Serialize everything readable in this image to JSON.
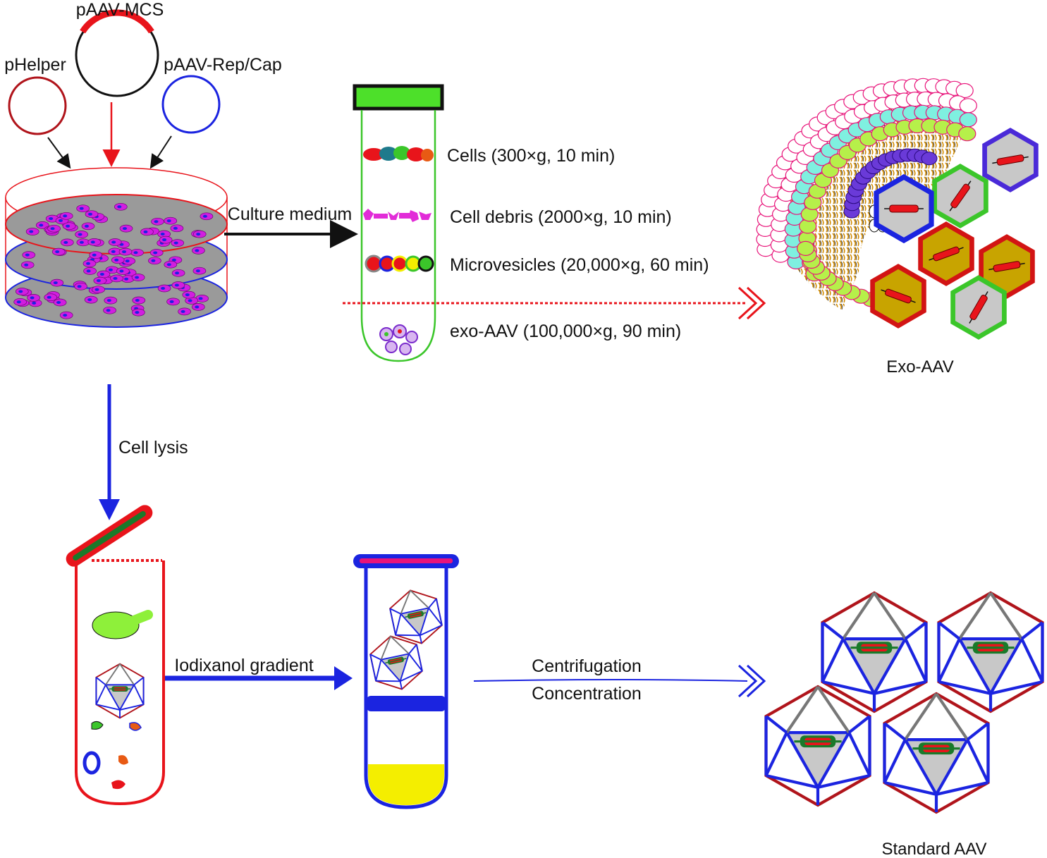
{
  "plasmids": {
    "mcs": "pAAV-MCS",
    "helper": "pHelper",
    "repcap": "pAAV-Rep/Cap"
  },
  "steps": {
    "culture_medium": "Culture medium",
    "cell_lysis": "Cell lysis",
    "iodixanol": "Iodixanol gradient",
    "centrifugation": "Centrifugation",
    "concentration": "Concentration"
  },
  "fractions": [
    "Cells (300×g, 10 min)",
    "Cell debris (2000×g, 10 min)",
    "Microvesicles (20,000×g, 60 min)",
    "exo-AAV (100,000×g, 90 min)"
  ],
  "products": {
    "exo_aav": "Exo-AAV",
    "standard_aav": "Standard AAV"
  },
  "colors": {
    "red": "#e8141b",
    "blue": "#1b24e0",
    "green": "#3bc62a",
    "magenta": "#e22cd8",
    "dark_red": "#b0141b",
    "yellow_fill": "#f4ee00",
    "gold_fill": "#c8a400",
    "grey_fill": "#c8c8c8"
  }
}
